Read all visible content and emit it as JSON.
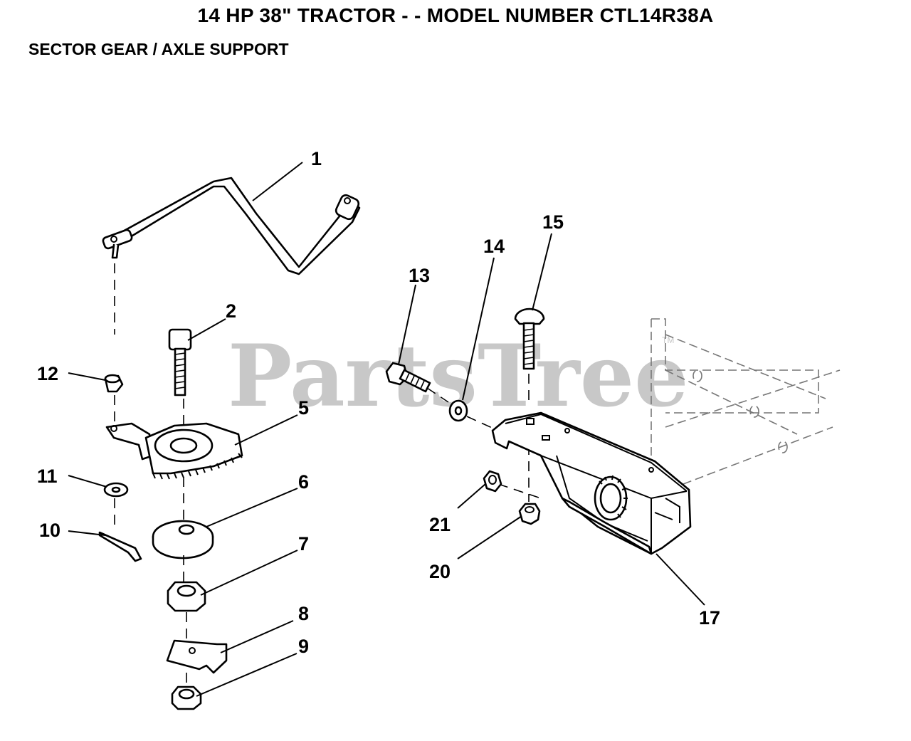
{
  "header": {
    "title": "14 HP 38\" TRACTOR - - MODEL NUMBER CTL14R38A",
    "subtitle": "SECTOR GEAR / AXLE SUPPORT"
  },
  "watermark": {
    "text": "PartsTree",
    "trademark": "TM"
  },
  "callouts": {
    "c1": "1",
    "c2": "2",
    "c5": "5",
    "c6": "6",
    "c7": "7",
    "c8": "8",
    "c9": "9",
    "c10": "10",
    "c11": "11",
    "c12": "12",
    "c13": "13",
    "c14": "14",
    "c15": "15",
    "c17": "17",
    "c20": "20",
    "c21": "21"
  },
  "colors": {
    "line": "#000000",
    "watermark": "#c8c8c8",
    "background": "#ffffff"
  }
}
